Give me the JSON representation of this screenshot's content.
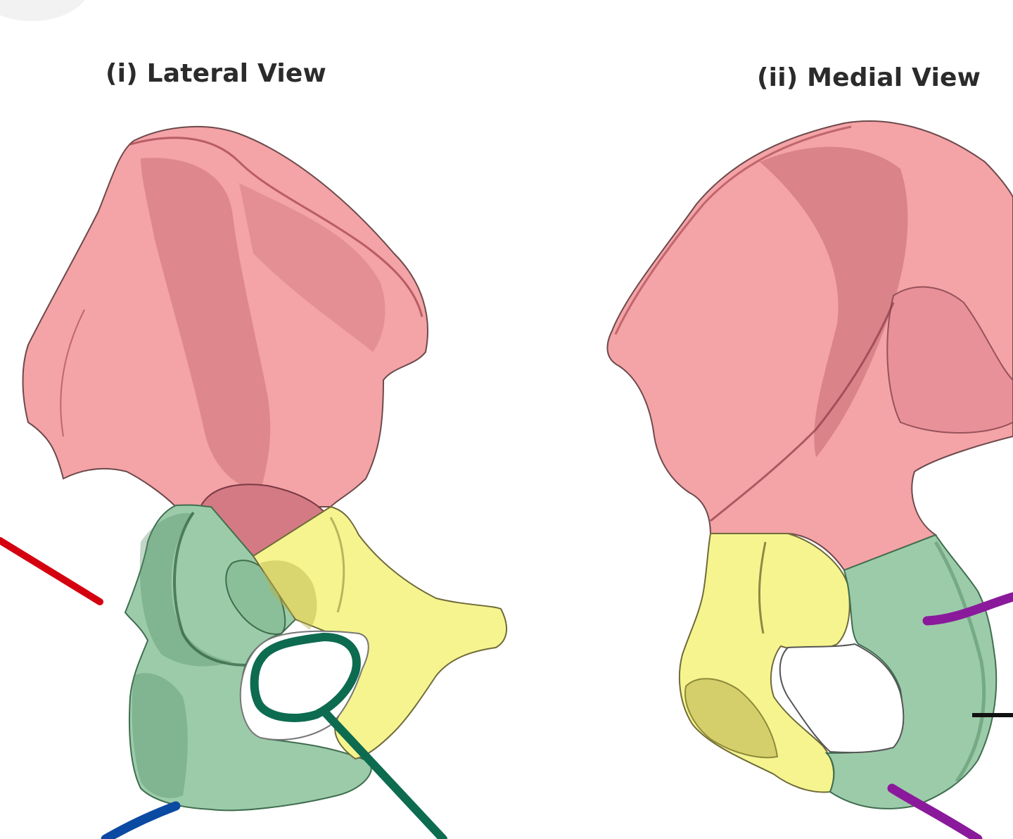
{
  "figure": {
    "views": [
      {
        "id": "lateral",
        "label": "(i) Lateral View"
      },
      {
        "id": "medial",
        "label": "(ii) Medial View"
      }
    ],
    "regions": [
      {
        "name": "ilium",
        "color": "#f4a3a6",
        "shade": "#b5525e"
      },
      {
        "name": "ischium",
        "color": "#9ccba9",
        "shade": "#4f8a63"
      },
      {
        "name": "pubis",
        "color": "#f6f48f",
        "shade": "#b8b24a"
      }
    ],
    "annotations": [
      {
        "view": "lateral",
        "color": "#d40010",
        "type": "line"
      },
      {
        "view": "lateral",
        "color": "#0a4aa3",
        "type": "line"
      },
      {
        "view": "lateral",
        "color": "#0d6b4f",
        "type": "loop-pointer"
      },
      {
        "view": "medial",
        "color": "#8a1a9b",
        "type": "line"
      },
      {
        "view": "medial",
        "color": "#111111",
        "type": "line"
      },
      {
        "view": "medial",
        "color": "#8a1a9b",
        "type": "line"
      }
    ]
  }
}
